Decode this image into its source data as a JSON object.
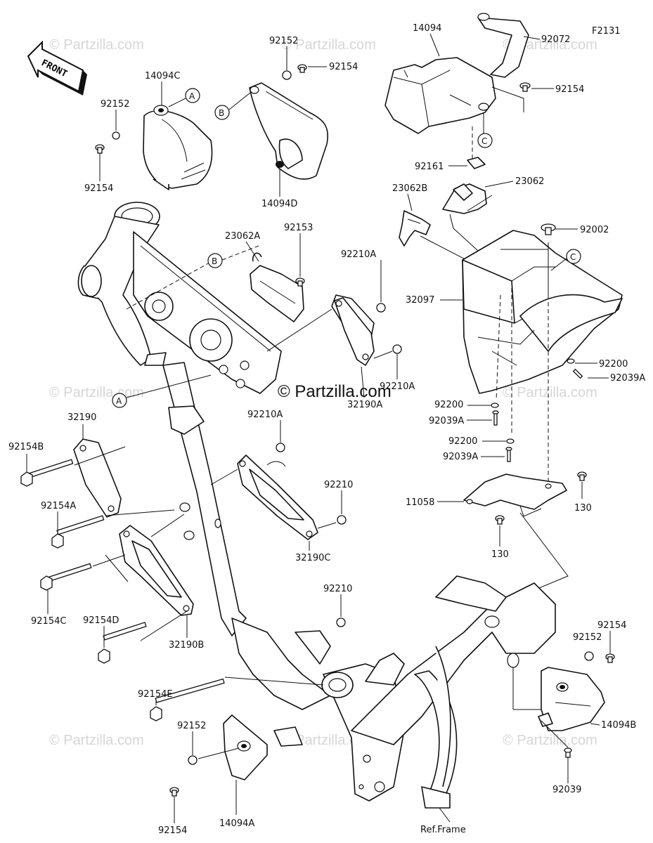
{
  "figure_code": "F2131",
  "front_label": "FRONT",
  "copyright": "© Partzilla.com",
  "watermark": "© Partzilla.com",
  "ref_frame": "Ref.Frame",
  "callouts": {
    "a": "A",
    "b": "B",
    "c": "C"
  },
  "parts": {
    "p14094C": "14094C",
    "p92152_tl": "92152",
    "p92154_tl": "92154",
    "p92152_top": "92152",
    "p92154_top": "92154",
    "p14094D": "14094D",
    "p14094": "14094",
    "p92072": "92072",
    "p92154_r": "92154",
    "p92161": "92161",
    "p23062B": "23062B",
    "p23062": "23062",
    "p92002": "92002",
    "p32097": "32097",
    "p92200_a": "92200",
    "p92039A_a": "92039A",
    "p92200_b": "92200",
    "p92039A_b": "92039A",
    "p92200_c": "92200",
    "p92039A_c": "92039A",
    "p11058": "11058",
    "p130_a": "130",
    "p130_b": "130",
    "p23062A": "23062A",
    "p92153": "92153",
    "p92210A_a": "92210A",
    "p92210A_b": "92210A",
    "p32190A": "32190A",
    "p32190": "32190",
    "p92154B": "92154B",
    "p92154A": "92154A",
    "p92210A_c": "92210A",
    "p92210_a": "92210",
    "p32190C": "32190C",
    "p92154C": "92154C",
    "p92154D": "92154D",
    "p32190B": "32190B",
    "p92210_b": "92210",
    "p92154E": "92154E",
    "p92152_bl": "92152",
    "p92154_bl": "92154",
    "p14094A": "14094A",
    "p92154_br": "92154",
    "p92152_br": "92152",
    "p14094B": "14094B",
    "p92039": "92039"
  }
}
